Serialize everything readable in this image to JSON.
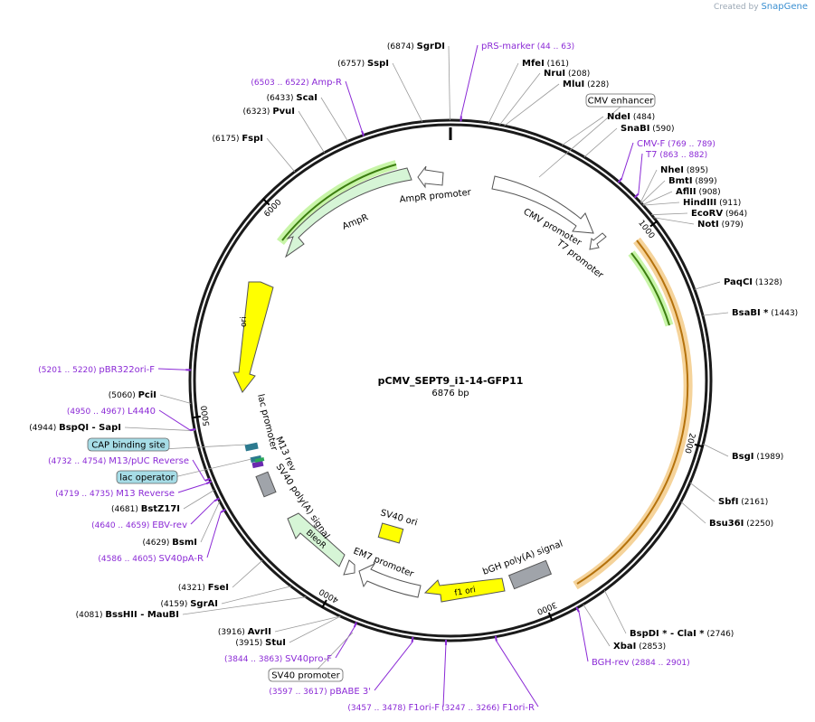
{
  "credit": {
    "prefix": "Created by",
    "brand": "SnapGene"
  },
  "plasmid": {
    "name": "pCMV_SEPT9_i1-14-GFP11",
    "length_label": "6876 bp",
    "length_bp": 6876
  },
  "colors": {
    "enzyme": "#000000",
    "primer": "#8b2ad6",
    "ring": "#1a1a1a",
    "promoter": "#ffffff",
    "resistance": "#d6f5d6",
    "ori": "#ffff00",
    "polya": "#a0a4aa",
    "gene_outline": "#f0b860",
    "misc": "#a6dce6"
  },
  "ticks": [
    {
      "label": "1000"
    },
    {
      "label": "2000"
    },
    {
      "label": "3000"
    },
    {
      "label": "4000"
    },
    {
      "label": "5000"
    },
    {
      "label": "6000"
    }
  ],
  "enzymes": [
    {
      "name": "SgrDI",
      "pos": "(6874)"
    },
    {
      "name": "SspI",
      "pos": "(6757)"
    },
    {
      "name": "ScaI",
      "pos": "(6433)"
    },
    {
      "name": "PvuI",
      "pos": "(6323)"
    },
    {
      "name": "FspI",
      "pos": "(6175)"
    },
    {
      "name": "MfeI",
      "pos": "(161)"
    },
    {
      "name": "NruI",
      "pos": "(208)"
    },
    {
      "name": "MluI",
      "pos": "(228)"
    },
    {
      "name": "NdeI",
      "pos": "(484)"
    },
    {
      "name": "SnaBI",
      "pos": "(590)"
    },
    {
      "name": "NheI",
      "pos": "(895)"
    },
    {
      "name": "BmtI",
      "pos": "(899)"
    },
    {
      "name": "AflII",
      "pos": "(908)"
    },
    {
      "name": "HindIII",
      "pos": "(911)"
    },
    {
      "name": "EcoRV",
      "pos": "(964)"
    },
    {
      "name": "NotI",
      "pos": "(979)"
    },
    {
      "name": "PaqCI",
      "pos": "(1328)"
    },
    {
      "name": "BsaBI *",
      "pos": "(1443)"
    },
    {
      "name": "BsgI",
      "pos": "(1989)"
    },
    {
      "name": "SbfI",
      "pos": "(2161)"
    },
    {
      "name": "Bsu36I",
      "pos": "(2250)"
    },
    {
      "name": "BspDI * - ClaI *",
      "pos": "(2746)"
    },
    {
      "name": "XbaI",
      "pos": "(2853)"
    },
    {
      "name": "PciI",
      "pos": "(5060)"
    },
    {
      "name": "BspQI - SapI",
      "pos": "(4944)"
    },
    {
      "name": "BstZ17I",
      "pos": "(4681)"
    },
    {
      "name": "BsmI",
      "pos": "(4629)"
    },
    {
      "name": "FseI",
      "pos": "(4321)"
    },
    {
      "name": "SgrAI",
      "pos": "(4159)"
    },
    {
      "name": "BssHII - MauBI",
      "pos": "(4081)"
    },
    {
      "name": "AvrII",
      "pos": "(3916)"
    },
    {
      "name": "StuI",
      "pos": "(3915)"
    }
  ],
  "primers": [
    {
      "name": "pRS-marker",
      "range": "(44 .. 63)"
    },
    {
      "name": "Amp-R",
      "range": "(6503 .. 6522)"
    },
    {
      "name": "CMV-F",
      "range": "(769 .. 789)"
    },
    {
      "name": "T7",
      "range": "(863 .. 882)"
    },
    {
      "name": "pBR322ori-F",
      "range": "(5201 .. 5220)"
    },
    {
      "name": "L4440",
      "range": "(4950 .. 4967)"
    },
    {
      "name": "M13/pUC Reverse",
      "range": "(4732 .. 4754)"
    },
    {
      "name": "M13 Reverse",
      "range": "(4719 .. 4735)"
    },
    {
      "name": "EBV-rev",
      "range": "(4640 .. 4659)"
    },
    {
      "name": "SV40pA-R",
      "range": "(4586 .. 4605)"
    },
    {
      "name": "SV40pro-F",
      "range": "(3844 .. 3863)"
    },
    {
      "name": "pBABE 3'",
      "range": "(3597 .. 3617)"
    },
    {
      "name": "F1ori-F",
      "range": "(3457 .. 3478)"
    },
    {
      "name": "F1ori-R",
      "range": "(3247 .. 3266)"
    },
    {
      "name": "BGH-rev",
      "range": "(2884 .. 2901)"
    }
  ],
  "boxed_features": [
    {
      "name": "CMV enhancer"
    },
    {
      "name": "CAP binding site"
    },
    {
      "name": "lac operator"
    },
    {
      "name": "SV40 promoter"
    }
  ],
  "features": [
    {
      "name": "AmpR promoter"
    },
    {
      "name": "AmpR"
    },
    {
      "name": "CMV promoter"
    },
    {
      "name": "T7 promoter"
    },
    {
      "name": "ori"
    },
    {
      "name": "lac promoter"
    },
    {
      "name": "M13 rev"
    },
    {
      "name": "SV40 poly(A) signal"
    },
    {
      "name": "BleoR"
    },
    {
      "name": "EM7 promoter"
    },
    {
      "name": "SV40 ori"
    },
    {
      "name": "f1 ori"
    },
    {
      "name": "bGH poly(A) signal"
    }
  ]
}
